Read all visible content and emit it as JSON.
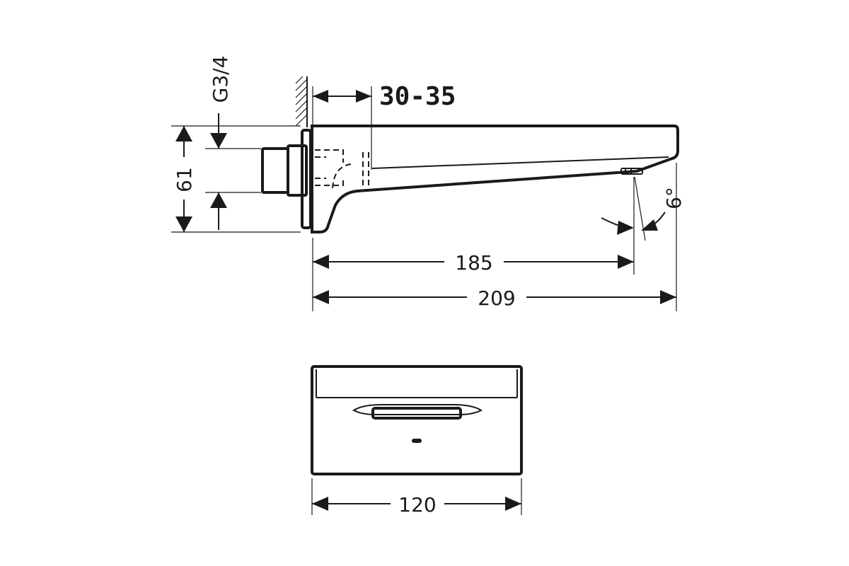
{
  "side_view": {
    "wall_depth_range": "30-35",
    "thread_label": "G3/4",
    "height_label": "61",
    "spout_reach_label": "185",
    "overall_length_label": "209",
    "angle_label": "6°"
  },
  "front_view": {
    "width_label": "120"
  }
}
